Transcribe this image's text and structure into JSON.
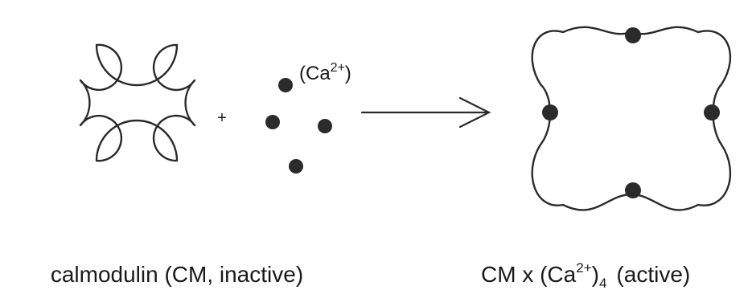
{
  "reactant": {
    "label": "calmodulin (CM, inactive)",
    "shape_icon": "calmodulin-inactive-shape"
  },
  "plus_sign": "+",
  "ions": {
    "label_prefix": "(Ca",
    "label_superscript": "2+",
    "label_suffix": ")",
    "icon": "filled-circle"
  },
  "arrow": {
    "icon": "right-arrow"
  },
  "product": {
    "label_prefix": "CM x (Ca",
    "label_superscript": "2+",
    "label_paren_close": ")",
    "label_subscript": "4",
    "label_suffix": "(active)",
    "shape_icon": "calmodulin-active-shape"
  },
  "colors": {
    "ink": "#2a2a2a",
    "background": "#ffffff"
  }
}
